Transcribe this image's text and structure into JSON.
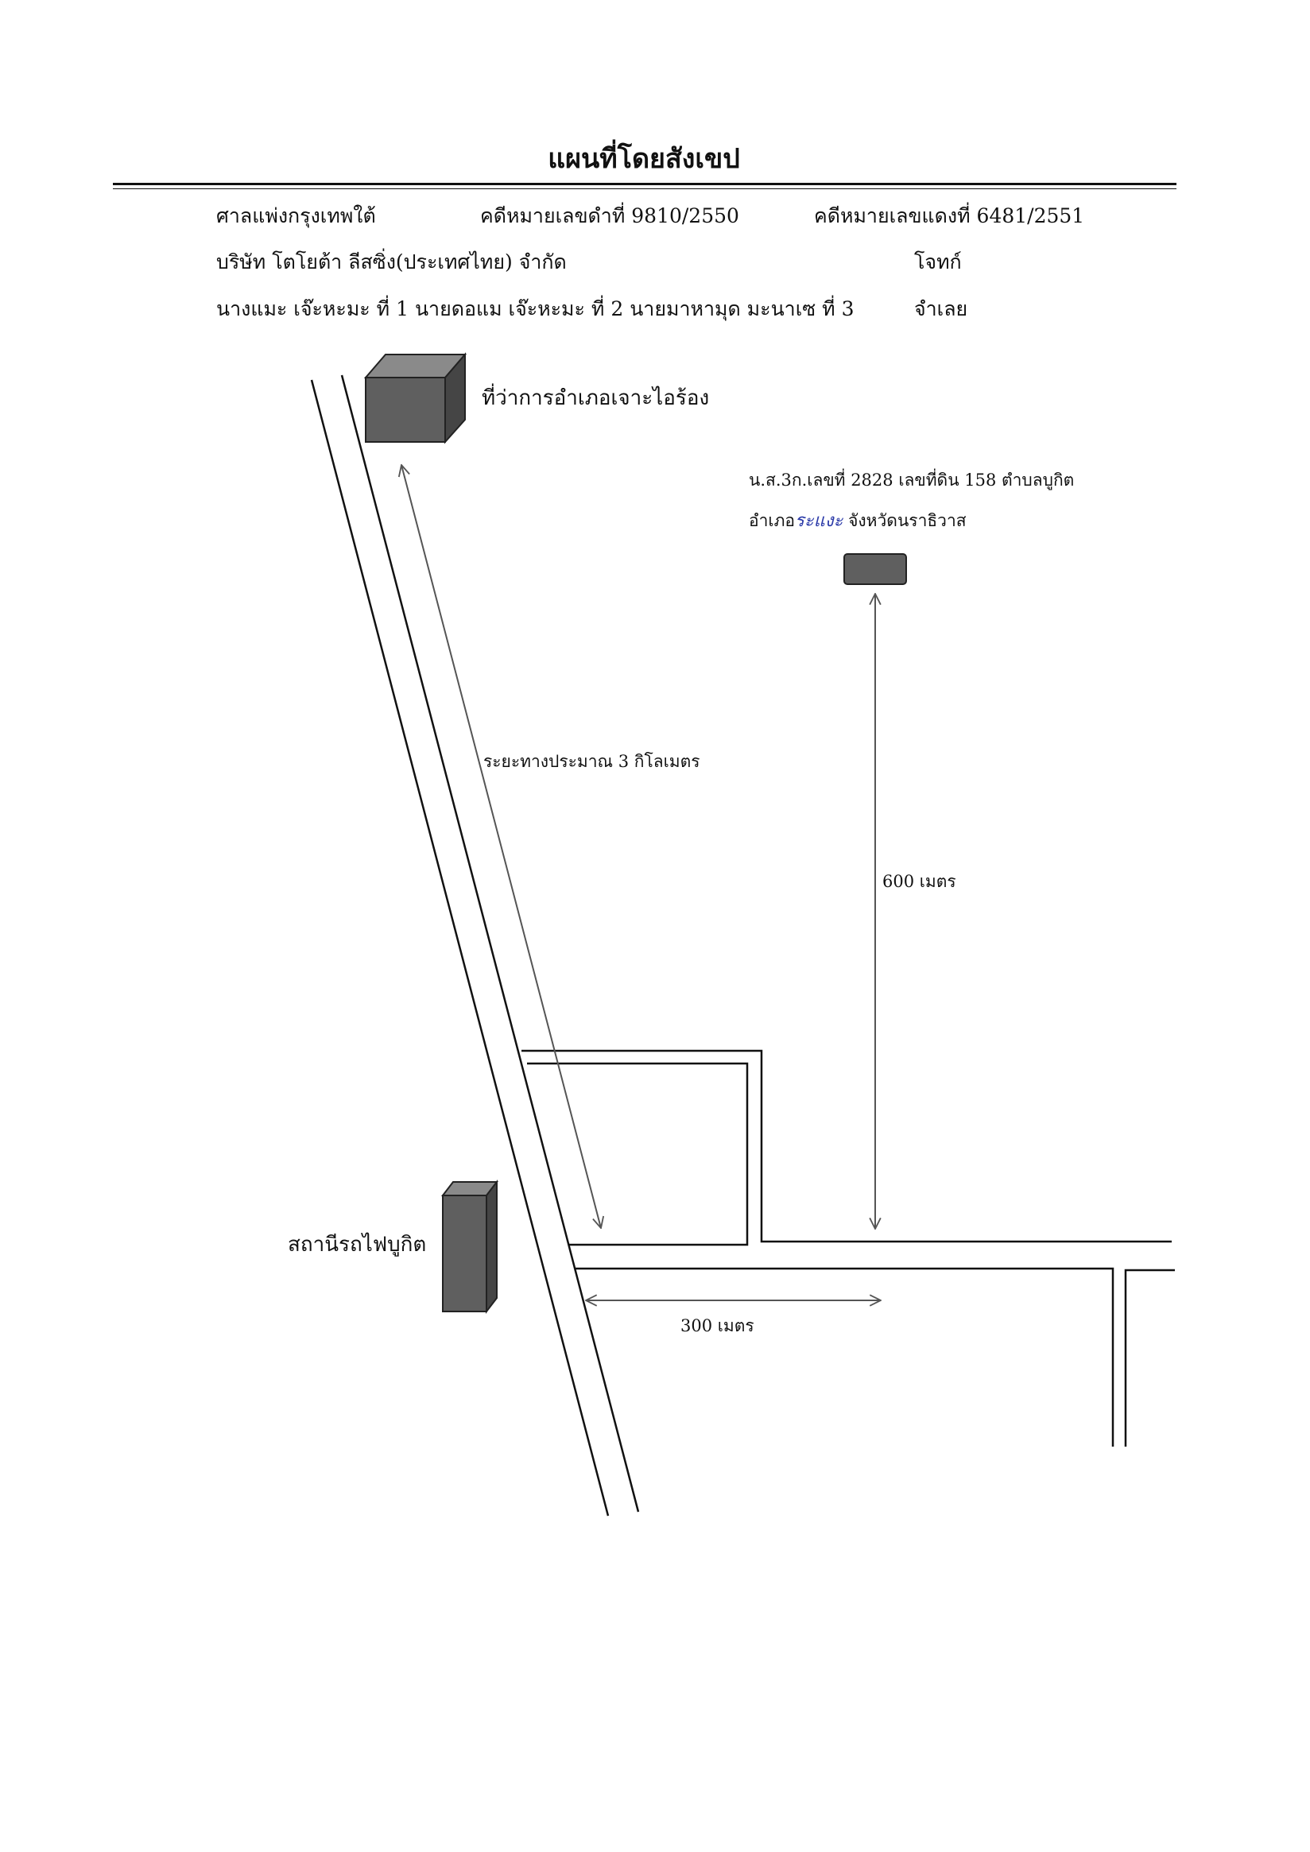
{
  "title": "แผนที่โดยสังเขป",
  "header": {
    "court": "ศาลแพ่งกรุงเทพใต้",
    "black_case": "คดีหมายเลขดำที่ 9810/2550",
    "red_case": "คดีหมายเลขแดงที่ 6481/2551",
    "plaintiff_name": "บริษัท โตโยต้า ลีสซิ่ง(ประเทศไทย) จำกัด",
    "plaintiff_role": "โจทก์",
    "defendants_names": "นางแมะ เจ๊ะหะมะ ที่ 1 นายดอแม เจ๊ะหะมะ ที่ 2 นายมาหามุด มะนาเซ ที่ 3",
    "defendants_role": "จำเลย"
  },
  "map": {
    "district_office_label": "ที่ว่าการอำเภอเจาะไอร้อง",
    "parcel_line1": "น.ส.3ก.เลขที่ 2828 เลขที่ดิน 158 ตำบลบูกิต",
    "parcel_line2_prefix": "อำเภอ",
    "parcel_handwritten": "ระแงะ",
    "parcel_line2_suffix": "จังหวัดนราธิวาส",
    "distance_3km_label": "ระยะทางประมาณ 3 กิโลเมตร",
    "distance_600_label": "600 เมตร",
    "distance_300_label": "300 เมตร",
    "station_label": "สถานีรถไฟบูกิต"
  },
  "colors": {
    "building_face": "#5f5f5f",
    "building_side": "#454545",
    "building_top": "#8a8a8a",
    "arrow": "#555555"
  }
}
